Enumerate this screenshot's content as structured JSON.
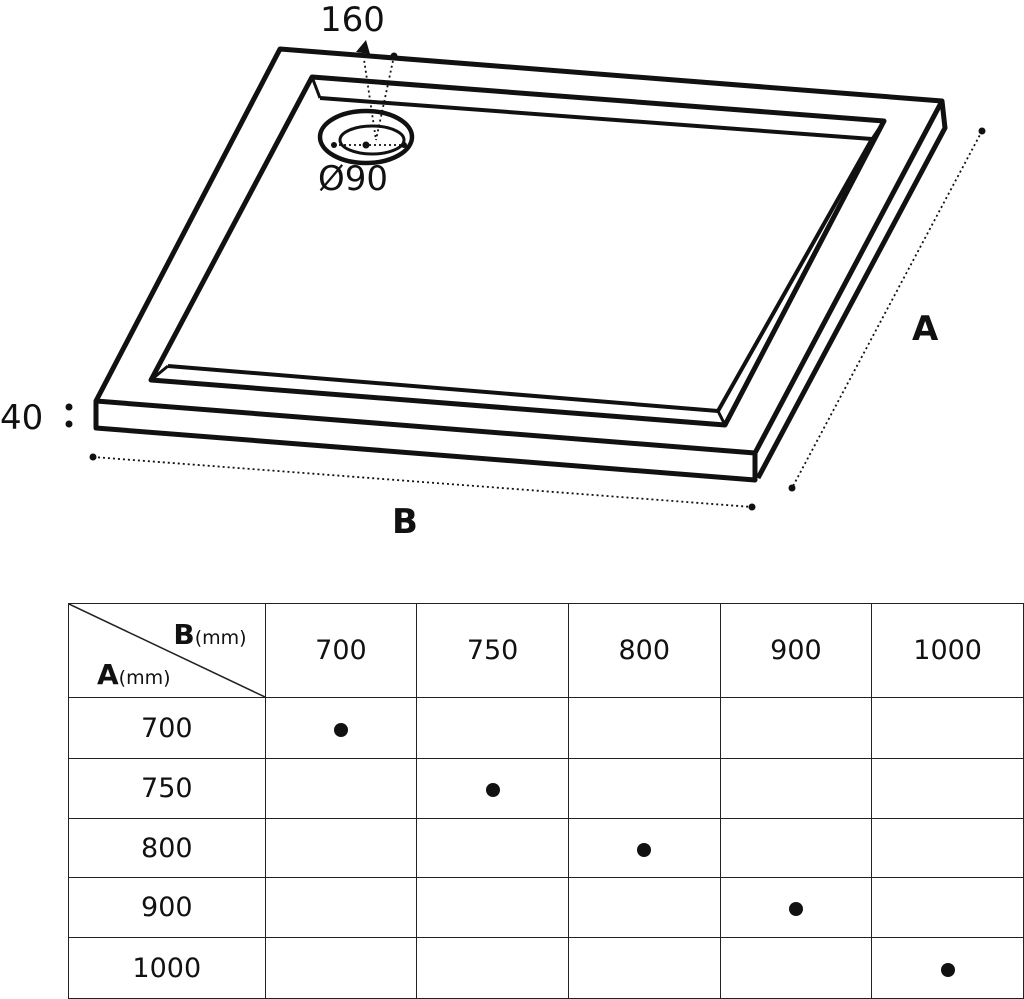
{
  "drawing": {
    "drain_offset": "160",
    "drain_diameter": "Ø90",
    "height": "40",
    "side_a": "A",
    "side_b": "B"
  },
  "table": {
    "corner_b": "B",
    "corner_a": "A",
    "unit": "(mm)",
    "columns": [
      "700",
      "750",
      "800",
      "900",
      "1000"
    ],
    "rows": [
      {
        "label": "700",
        "marked_col": 0
      },
      {
        "label": "750",
        "marked_col": 1
      },
      {
        "label": "800",
        "marked_col": 2
      },
      {
        "label": "900",
        "marked_col": 3
      },
      {
        "label": "1000",
        "marked_col": 4
      }
    ]
  }
}
